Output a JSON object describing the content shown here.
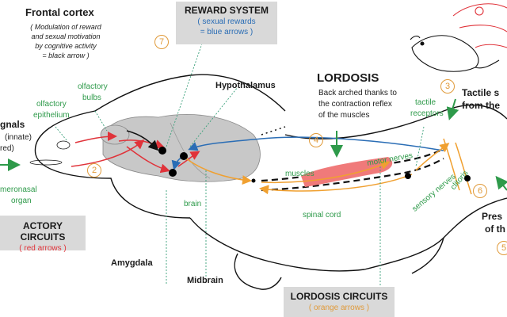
{
  "frontal_cortex": {
    "title": "Frontal cortex",
    "lines": [
      "( Modulation of reward",
      "and sexual motivation",
      "by cognitive activity",
      "= black arrow )"
    ]
  },
  "reward_system": {
    "title": "REWARD SYSTEM",
    "line1": "( sexual rewards",
    "line2": "= blue arrows )"
  },
  "olfactory_circuits": {
    "title": "ACTORY CIRCUITS",
    "subtitle": "( red arrows )"
  },
  "lordosis_circuits": {
    "title": "LORDOSIS CIRCUITS",
    "subtitle": "( orange arrows )"
  },
  "lordosis": {
    "title": "LORDOSIS",
    "lines": [
      "Back arched thanks to",
      "the contraction reflex",
      "of the muscles"
    ]
  },
  "labels": {
    "hypothalamus": "Hypothalamus",
    "amygdala": "Amygdala",
    "midbrain": "Midbrain",
    "brain": "brain",
    "olfactory_bulbs_1": "olfactory",
    "olfactory_bulbs_2": "bulbs",
    "olfactory_epithelium_1": "olfactory",
    "olfactory_epithelium_2": "epithelium",
    "vomeronasal_1": "meronasal",
    "vomeronasal_2": "organ",
    "muscles": "muscles",
    "motor_nerves": "motor nerves",
    "spinal_cord": "spinal cord",
    "sensory_nerves": "sensory nerves",
    "clitoris": "clitoris",
    "tactile_receptors_1": "tactile",
    "tactile_receptors_2": "receptors",
    "signals_1": "gnals",
    "signals_2": "(innate)",
    "signals_3": "red)",
    "tactile_s_1": "Tactile s",
    "tactile_s_2": "from the",
    "pres_1": "Pres",
    "pres_2": "of th"
  },
  "step_numbers": {
    "n2": "2",
    "n3": "3",
    "n4": "4",
    "n5": "5",
    "n6": "6",
    "n7": "7"
  },
  "colors": {
    "red_arrows": "#e0333a",
    "blue_arrows": "#2a6db5",
    "orange_arrows": "#f0a030",
    "black_arrow": "#111111",
    "green_labels": "#2e9a4a",
    "brain_fill": "#c8c8c8",
    "muscle_fill": "#f07a7a",
    "box_fill": "#d9d9d9"
  }
}
